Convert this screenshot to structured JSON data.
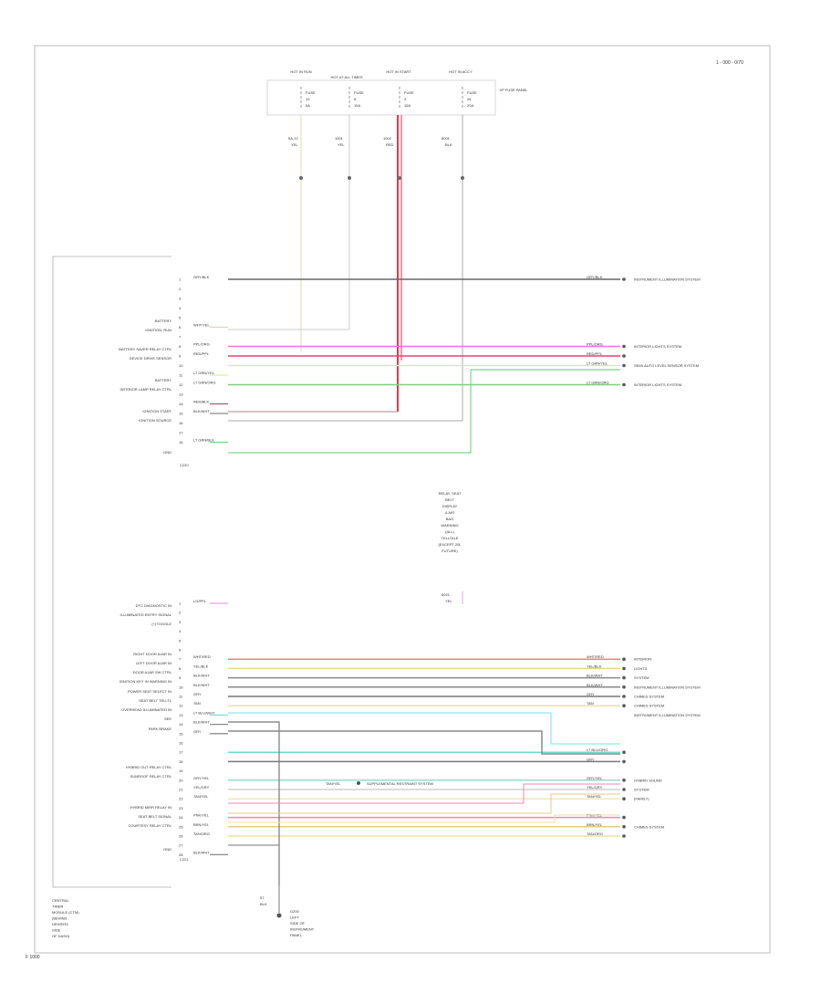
{
  "corner_label": "1 - 000 - 0/70",
  "footer_code": "F 1000",
  "fuse_box": {
    "top_labels": [
      "HOT IN RUN",
      "HOT AT ALL TIMES",
      "HOT IN START",
      "HOT IN ACCY"
    ],
    "side_label": "I/P FUSE PANEL",
    "fuses": [
      {
        "name": "FUSE",
        "num": "13",
        "amp": "5A"
      },
      {
        "name": "FUSE",
        "num": "8",
        "amp": "15A"
      },
      {
        "name": "FUSE",
        "num": "4",
        "amp": "15A"
      },
      {
        "name": "FUSE",
        "num": "26",
        "amp": "20A"
      }
    ],
    "drop_labels": [
      {
        "circuit": "5A-12",
        "color": "YEL"
      },
      {
        "circuit": "1001",
        "color": "YEL"
      },
      {
        "circuit": "1002",
        "color": "RED"
      },
      {
        "circuit": "8001",
        "color": "BLK"
      }
    ]
  },
  "upper_module": {
    "pins": [
      {
        "num": "1",
        "wire": "GRY/BLK",
        "dest_wire": "GRY/BLK",
        "dest": "INSTRUMENT ILLUMINATION SYSTEM"
      },
      {
        "num": "2",
        "wire": "",
        "dest_wire": "",
        "dest": ""
      },
      {
        "num": "3",
        "wire": "",
        "dest_wire": "",
        "dest": ""
      },
      {
        "num": "4",
        "wire": "",
        "dest_wire": "",
        "dest": ""
      },
      {
        "num": "5",
        "wire": "",
        "dest_wire": "",
        "dest": ""
      },
      {
        "num": "6",
        "wire": "WHT/YEL",
        "dest_wire": "",
        "dest": ""
      },
      {
        "num": "7",
        "wire": "",
        "dest_wire": "",
        "dest": ""
      },
      {
        "num": "8",
        "wire": "PPL/ORG",
        "dest_wire": "PPL/ORG",
        "dest": "INTERIOR LIGHTS SYSTEM"
      },
      {
        "num": "9",
        "wire": "RED/PPL",
        "dest_wire": "RED/PPL",
        "dest": ""
      },
      {
        "num": "10",
        "wire": "",
        "dest_wire": "LT GRN/YEL",
        "dest": "SEMI-AUTO LEVEL SENSOR SYSTEM"
      },
      {
        "num": "11",
        "wire": "LT GRN/YEL",
        "dest_wire": "",
        "dest": ""
      },
      {
        "num": "12",
        "wire": "LT GRN/ORG",
        "dest_wire": "LT GRN/ORG",
        "dest": "INTERIOR LIGHTS SYSTEM"
      },
      {
        "num": "13",
        "wire": "",
        "dest_wire": "",
        "dest": ""
      },
      {
        "num": "14",
        "wire": "RED/BLK",
        "dest_wire": "",
        "dest": ""
      },
      {
        "num": "15",
        "wire": "BLK/WHT",
        "dest_wire": "",
        "dest": ""
      },
      {
        "num": "16",
        "wire": "",
        "dest_wire": "",
        "dest": ""
      },
      {
        "num": "17",
        "wire": "",
        "dest_wire": "",
        "dest": ""
      },
      {
        "num": "18",
        "wire": "LT GRN/BLK",
        "dest_wire": "",
        "dest": ""
      }
    ],
    "side_labels": [
      "BATTERY",
      "IGNITION, RUN",
      "BATTERY SAVER RELAY CTRL",
      "DEVICE DRIVE SENSOR",
      "BATTERY",
      "INTERIOR LAMP RELAY CTRL",
      "IGNITION START",
      "IGNITION SOURCE",
      "GND"
    ],
    "connector_code": "C220"
  },
  "center_note": {
    "lines": [
      "RELAY, SEAT",
      "BELT",
      "DISPLAY",
      "& AIR",
      "BAG",
      "WARNING",
      "(ALL)",
      "TELLTALE",
      "(EXCEPT 20L",
      "FUTURE)"
    ],
    "drop": {
      "circuit": "8021",
      "color": "YEL"
    }
  },
  "lower_module": {
    "pins": [
      {
        "num": "1",
        "wire": "LG/PPL",
        "dest_wire": "",
        "dest": ""
      },
      {
        "num": "2",
        "wire": "",
        "dest_wire": "",
        "dest": ""
      },
      {
        "num": "3",
        "wire": "",
        "dest_wire": "",
        "dest": ""
      },
      {
        "num": "4",
        "wire": "",
        "dest_wire": "",
        "dest": ""
      },
      {
        "num": "5",
        "wire": "",
        "dest_wire": "",
        "dest": ""
      },
      {
        "num": "6",
        "wire": "",
        "dest_wire": "",
        "dest": ""
      },
      {
        "num": "7",
        "wire": "WHT/RED",
        "dest_wire": "WHT/RED",
        "dest": "INTERIOR"
      },
      {
        "num": "8",
        "wire": "YEL/BLK",
        "dest_wire": "YEL/BLK",
        "dest": "LIGHTS"
      },
      {
        "num": "9",
        "wire": "BLK/WHT",
        "dest_wire": "BLK/WHT",
        "dest": "SYSTEM"
      },
      {
        "num": "10",
        "wire": "BLK/WHT",
        "dest_wire": "BLK/WHT",
        "dest": "INSTRUMENT ILLUMINATION SYSTEM"
      },
      {
        "num": "11",
        "wire": "GRY",
        "dest_wire": "GRY",
        "dest": "CHIMES SYSTEM"
      },
      {
        "num": "12",
        "wire": "TAN",
        "dest_wire": "TAN",
        "dest": "CHIMES SYSTEM"
      },
      {
        "num": "13",
        "wire": "LT BLU/WHT",
        "dest_wire": "",
        "dest": "INSTRUMENT ILLUMINATION SYSTEM"
      },
      {
        "num": "14",
        "wire": "BLK/WHT",
        "dest_wire": "",
        "dest": ""
      },
      {
        "num": "15",
        "wire": "GRY",
        "dest_wire": "",
        "dest": ""
      },
      {
        "num": "16",
        "wire": "",
        "dest_wire": "",
        "dest": ""
      },
      {
        "num": "17",
        "wire": "",
        "dest_wire": "LT BLU/ORG",
        "dest": ""
      },
      {
        "num": "18",
        "wire": "",
        "dest_wire": "GRY",
        "dest": ""
      },
      {
        "num": "19",
        "wire": "",
        "dest_wire": "",
        "dest": ""
      },
      {
        "num": "20",
        "wire": "GRY/YEL",
        "dest_wire": "GRY/YEL",
        "dest": "HYBRID SOUND"
      },
      {
        "num": "21",
        "wire": "YEL/GRY",
        "dest_wire": "YEL/GRY",
        "dest": "SYSTEM"
      },
      {
        "num": "22",
        "wire": "TAN/YEL",
        "dest_wire": "TAN/YEL",
        "dest": "(FAMILY)"
      },
      {
        "num": "23",
        "wire": "",
        "dest_wire": "",
        "dest": ""
      },
      {
        "num": "24",
        "wire": "PNK/YEL",
        "dest_wire": "PNK/YEL",
        "dest": ""
      },
      {
        "num": "25",
        "wire": "BRN/YEL",
        "dest_wire": "BRN/YEL",
        "dest": "CHIMES SYSTEM"
      },
      {
        "num": "26",
        "wire": "TAN/ORG",
        "dest_wire": "TAN/ORG",
        "dest": ""
      },
      {
        "num": "27",
        "wire": "",
        "dest_wire": "",
        "dest": ""
      },
      {
        "num": "28",
        "wire": "BLK/WHT",
        "dest_wire": "",
        "dest": ""
      }
    ],
    "side_labels": [
      "DTC DIAGNOSTIC IN",
      "ILLUMINATED ENTRY SIGNAL",
      "(+)TOGGLE",
      "RIGHT DOOR AJAR IN",
      "LEFT DOOR AJAR IN",
      "DOOR AJAR SW CTRL",
      "IGNITION KEY IN WARNING IN",
      "POWER SEAT SELECT IN",
      "SEAT BELT TELLTL",
      "OVERHEAD ILLUMINATED IN",
      "SEE",
      "PARK BRAKE",
      "HYBRID OUT RELAY CTRL",
      "SUNROOF RELAY CTRL",
      "HYBRID MIRR RELAY IN",
      "SEAT BELT SIGNAL",
      "COURTESY RELAY CTRL",
      "GND"
    ],
    "connector_code": "C221",
    "supplemental": {
      "wire": "TAN/YEL",
      "label": "SUPPLEMENTAL RESTRAINT SYSTEM"
    }
  },
  "module_name": [
    "CENTRAL",
    "TIMER",
    "MODULE (CTM)",
    "(BEHIND",
    "DRIVERS",
    "SIDE",
    "OF DASH)"
  ],
  "ground": {
    "circuit": "57",
    "color": "BLK",
    "label": [
      "G200",
      "LEFT",
      "SIDE OF",
      "INSTRUMENT",
      "PANEL"
    ]
  }
}
